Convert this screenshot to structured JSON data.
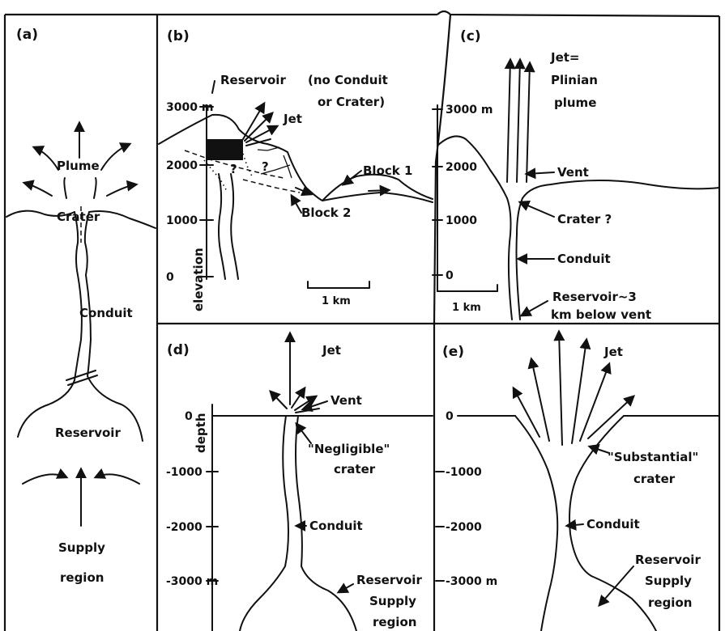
{
  "panels": {
    "a": {
      "label": "(a)",
      "plume": "Plume",
      "crater": "Crater",
      "conduit": "Conduit",
      "reservoir": "Reservoir",
      "supply_1": "Supply",
      "supply_2": "region"
    },
    "b": {
      "label": "(b)",
      "reservoir": "Reservoir",
      "note_1": "(no Conduit",
      "note_2": "or Crater)",
      "jet": "Jet",
      "block1": "Block 1",
      "block2": "Block 2",
      "q1": "?",
      "q2": "?",
      "ticks": [
        "3000 m",
        "2000",
        "1000",
        "0"
      ],
      "axis": "elevation",
      "scale": "1 km"
    },
    "c": {
      "label": "(c)",
      "jet_1": "Jet=",
      "jet_2": "Plinian",
      "jet_3": "plume",
      "vent": "Vent",
      "crater": "Crater ?",
      "conduit": "Conduit",
      "reservoir_1": "Reservoir~3",
      "reservoir_2": "km below vent",
      "ticks": [
        "3000 m",
        "2000",
        "1000",
        "0"
      ],
      "scale": "1 km"
    },
    "d": {
      "label": "(d)",
      "jet": "Jet",
      "vent": "Vent",
      "crater_1": "\"Negligible\"",
      "crater_2": "crater",
      "conduit": "Conduit",
      "reservoir_1": "Reservoir",
      "reservoir_2": "Supply",
      "reservoir_3": "region",
      "ticks": [
        "0",
        "-1000",
        "-2000",
        "-3000 m"
      ],
      "axis": "depth"
    },
    "e": {
      "label": "(e)",
      "jet": "Jet",
      "crater_1": "\"Substantial\"",
      "crater_2": "crater",
      "conduit": "Conduit",
      "reservoir_1": "Reservoir",
      "reservoir_2": "Supply",
      "reservoir_3": "region",
      "ticks": [
        "0",
        "-1000",
        "-2000",
        "-3000 m"
      ]
    }
  }
}
